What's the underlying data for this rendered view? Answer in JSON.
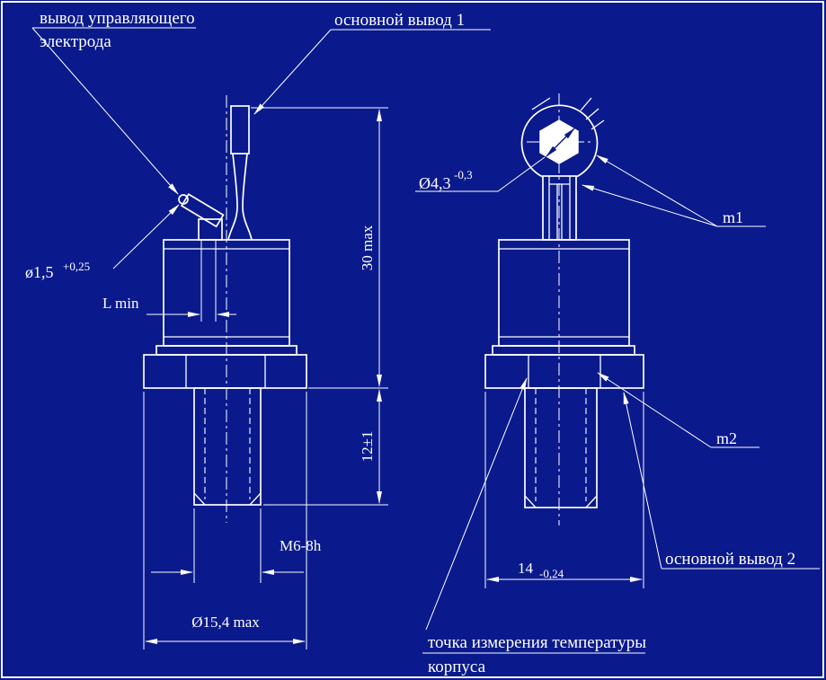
{
  "canvas": {
    "background": "#0a1a8c",
    "line_color": "#ffffff"
  },
  "left_view": {
    "label_control_electrode_line1": "вывод управляющего",
    "label_control_electrode_line2": "электрода",
    "label_main_lead_1": "основной вывод 1",
    "dim_control_lead_dia": "ø1,5",
    "dim_control_lead_dia_tol": "+0,25",
    "dim_l_min": "L min",
    "dim_height_total": "30 max",
    "dim_height_stud": "12±1",
    "dim_thread": "М6-8h",
    "dim_flange_dia": "Ø15,4 max"
  },
  "right_view": {
    "dim_hole_dia": "Ø4,3",
    "dim_hole_dia_tol": "-0,3",
    "label_m1": "m1",
    "label_m2": "m2",
    "label_main_lead_2": "основной вывод 2",
    "dim_across_flats": "14",
    "dim_across_flats_tol": "-0,24",
    "label_temp_point_line1": "точка измерения температуры",
    "label_temp_point_line2": "корпуса"
  }
}
